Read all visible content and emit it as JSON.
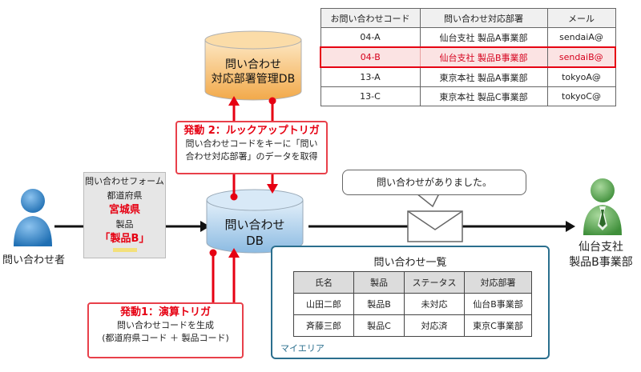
{
  "dept_table": {
    "headers": [
      "お問い合わせコード",
      "問い合わせ対応部署",
      "メール"
    ],
    "rows": [
      [
        "04-A",
        "仙台支社 製品A事業部",
        "sendaiA@"
      ],
      [
        "04-B",
        "仙台支社 製品B事業部",
        "sendaiB@"
      ],
      [
        "13-A",
        "東京本社 製品A事業部",
        "tokyoA@"
      ],
      [
        "13-C",
        "東京本社 製品C事業部",
        "tokyoC@"
      ]
    ]
  },
  "dept_db": {
    "line1": "問い合わせ",
    "line2": "対応部署管理DB"
  },
  "trigger2": {
    "title": "発動 2：ルックアップトリガ",
    "line1": "問い合わせコードをキーに「問い",
    "line2": "合わせ対応部署」のデータを取得"
  },
  "form": {
    "title": "問い合わせフォーム",
    "field1_label": "都道府県",
    "field1_value": "宮城県",
    "field2_label": "製品",
    "field2_value": "「製品B」"
  },
  "inquirer_label": "問い合わせ者",
  "main_db": {
    "line1": "問い合わせ",
    "line2": "DB"
  },
  "trigger1": {
    "title": "発動1：演算トリガ",
    "line1": "問い合わせコードを生成",
    "line2": "(都道府県コード ＋ 製品コード)"
  },
  "speech_text": "問い合わせがありました。",
  "recipient": {
    "line1": "仙台支社",
    "line2": "製品B事業部"
  },
  "my_area": {
    "label": "マイエリア",
    "list_title": "問い合わせ一覧",
    "headers": [
      "氏名",
      "製品",
      "ステータス",
      "対応部署"
    ],
    "rows": [
      [
        "山田二郎",
        "製品B",
        "未対応",
        "仙台B事業部"
      ],
      [
        "斉藤三郎",
        "製品C",
        "対応済",
        "東京C事業部"
      ]
    ]
  },
  "colors": {
    "trigger_red": "#e8404a",
    "arrow_red": "#e60012",
    "my_area_border": "#2b6f8e",
    "person_blue": "#1f6fb3",
    "person_green": "#3f8f3a",
    "db_orange": "#f6b45f",
    "db_blue": "#7fb2dc"
  }
}
